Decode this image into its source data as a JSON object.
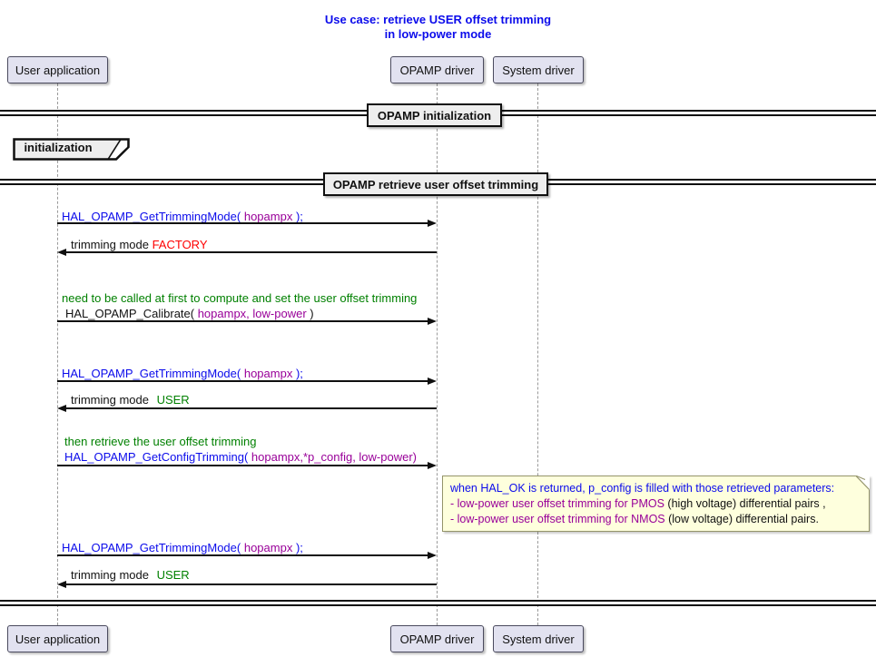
{
  "diagram": {
    "title_line1": "Use case: retrieve USER offset trimming",
    "title_line2": "in low-power mode",
    "participants": {
      "user_app": "User application",
      "opamp_driver": "OPAMP driver",
      "system_driver": "System driver"
    },
    "dividers": {
      "init": "OPAMP initialization",
      "retrieve": "OPAMP retrieve user offset trimming"
    },
    "ref_label": "initialization",
    "calls": {
      "get_trimming_pre": "HAL_OPAMP_GetTrimmingMode(",
      "get_trimming_arg": " hopampx ",
      "get_trimming_post": ");",
      "ret_mode_label": "trimming mode ",
      "ret_factory": "FACTORY",
      "ret_user": "USER",
      "calibrate_comment": "need to be called at first to compute and set the user offset trimming",
      "calibrate_pre": "HAL_OPAMP_Calibrate(",
      "calibrate_arg": " hopampx, low-power ",
      "calibrate_post": ")",
      "get_config_comment": "then retrieve the user offset trimming",
      "get_config_pre": "HAL_OPAMP_GetConfigTrimming(",
      "get_config_arg": " hopampx,*p_config, low-power)"
    },
    "note": {
      "line1": "when HAL_OK is returned, p_config is filled with those retrieved parameters:",
      "line2_param": "- low-power user offset trimming for PMOS",
      "line2_rest": " (high voltage) differential pairs ,",
      "line3_param": "- low-power user offset trimming for NMOS",
      "line3_rest": " (low voltage) differential pairs."
    },
    "colors": {
      "title_blue": "#0B0BEB",
      "function_blue": "#0B0BEB",
      "param_purple": "#990099",
      "ok_green": "#008000",
      "error_red": "#FF0000",
      "note_bg": "#FEFFDD",
      "participant_bg": "#E2E2F0",
      "divider_bg": "#EEEEEE"
    }
  }
}
